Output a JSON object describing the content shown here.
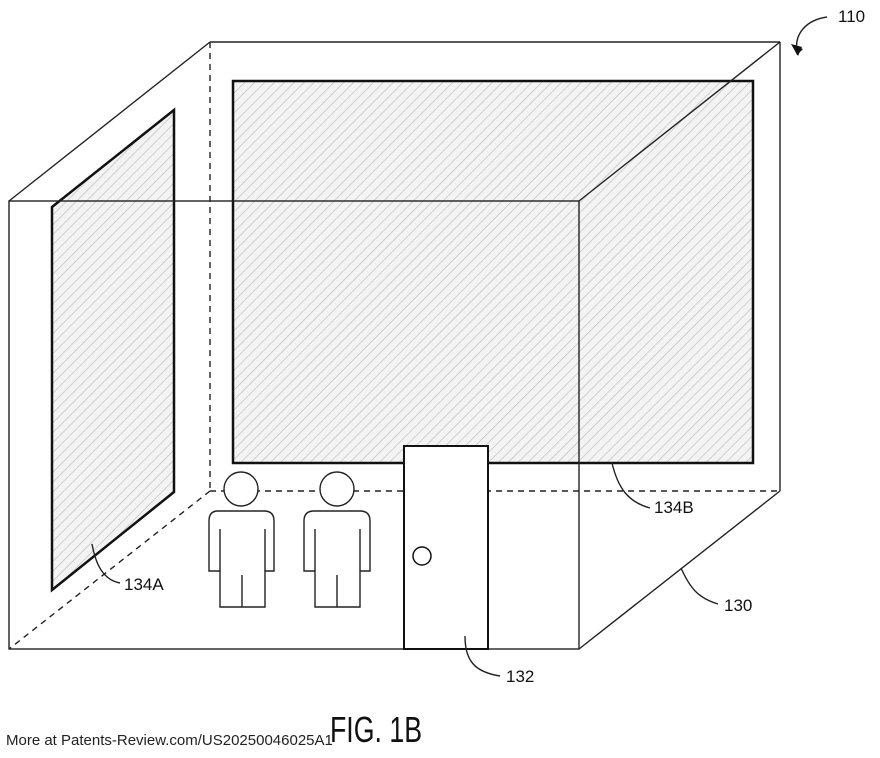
{
  "figure": {
    "caption": "FIG. 1B",
    "labels": {
      "room": "110",
      "floor_edge": "130",
      "door": "132",
      "left_screen": "134A",
      "rear_screen": "134B"
    }
  },
  "watermark": "More at Patents-Review.com/US20250046025A1"
}
